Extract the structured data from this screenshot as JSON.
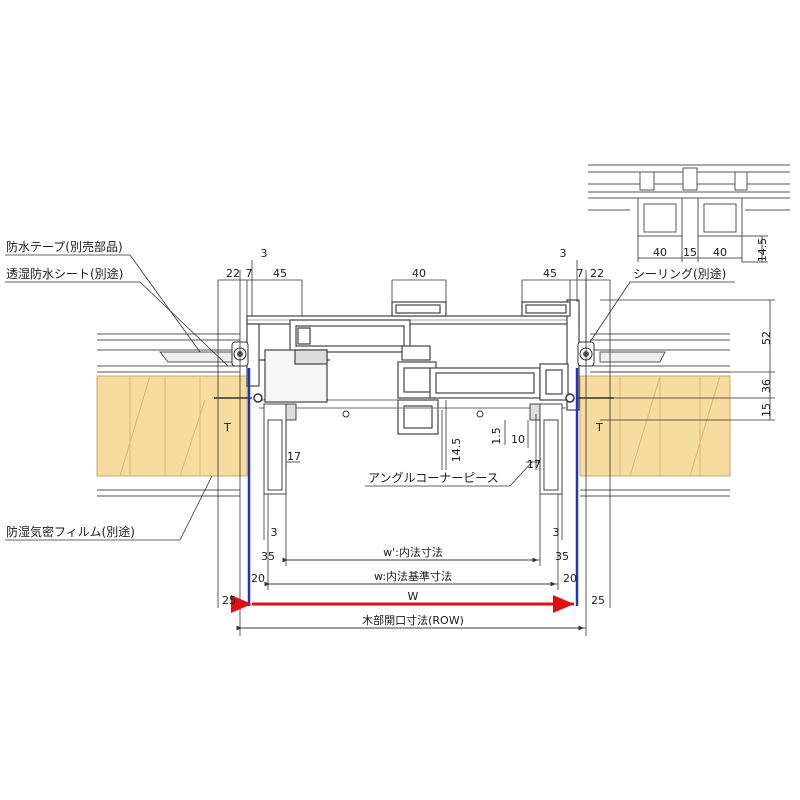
{
  "colors": {
    "wood": "#f7dca0",
    "wood_line": "#c8a870",
    "frame": "#444444",
    "blue_line": "#2233bb",
    "red_arrow": "#dd1111"
  },
  "labels": {
    "waterproof_tape": "防水テープ(別売部品)",
    "permeable_sheet": "透湿防水シート(別途)",
    "sealing": "シーリング(別途)",
    "angle_corner_piece": "アングルコーナーピース",
    "vapor_barrier": "防湿気密フィルム(別途)",
    "timber_mark": "T"
  },
  "dimensions": {
    "inner_size": "w':内法寸法",
    "inner_std_size": "w:内法基準寸法",
    "W": "W",
    "wood_opening": "木部開口寸法(ROW)",
    "d3": "3",
    "d7": "7",
    "d22": "22",
    "d45": "45",
    "d40": "40",
    "d15": "15",
    "d14_5": "14.5",
    "d52": "52",
    "d36": "36",
    "d17": "17",
    "d10": "10",
    "d1_5": "1.5",
    "d35": "35",
    "d20": "20",
    "d25": "25"
  }
}
